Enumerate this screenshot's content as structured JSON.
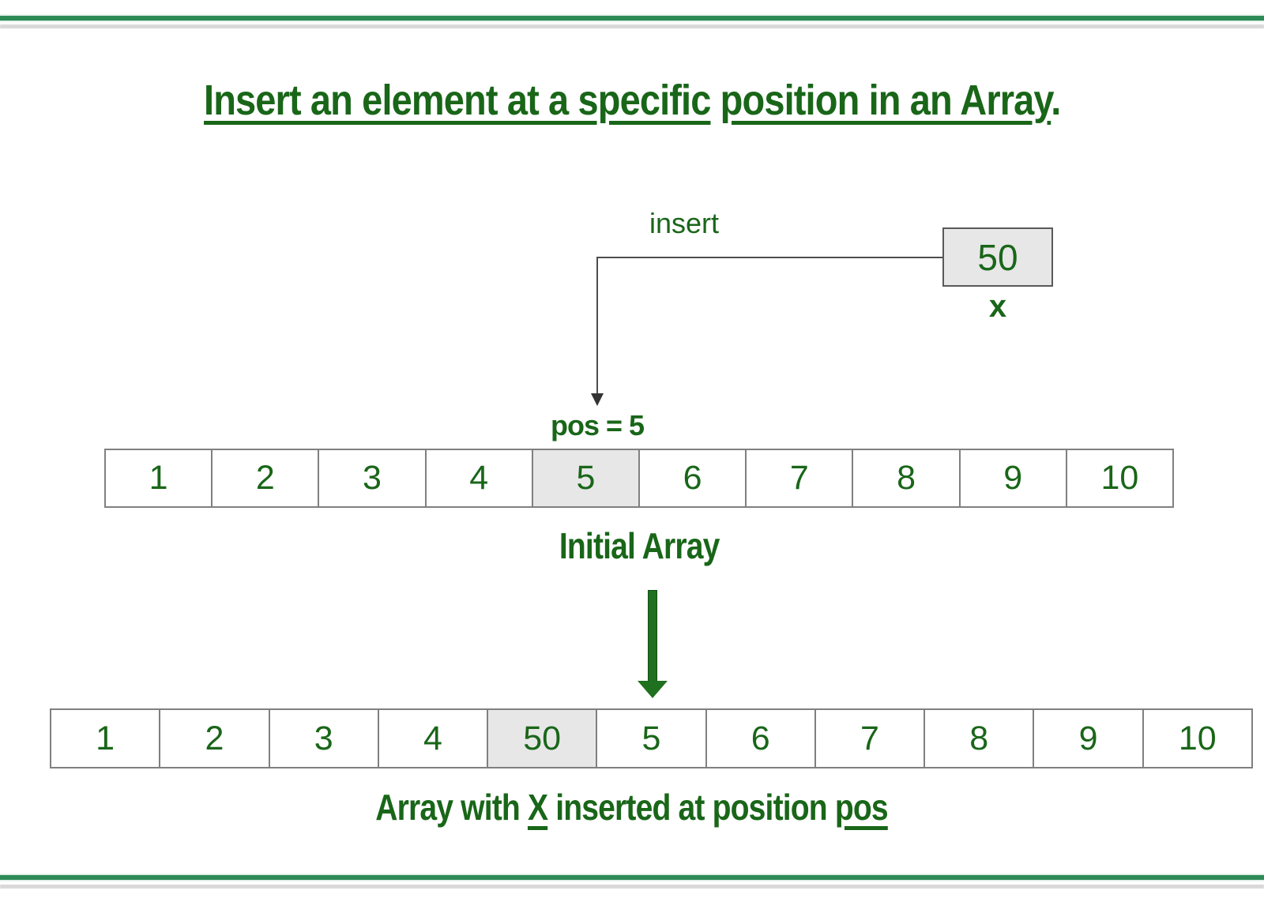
{
  "title": {
    "part1": "Insert an element at a specific",
    "part2": "position in an Array",
    "suffix": "."
  },
  "insert_diagram": {
    "insert_label": "insert",
    "x_value": "50",
    "x_label": "x",
    "pos_label": "pos = 5"
  },
  "initial_array": {
    "label": "Initial Array",
    "cells": [
      "1",
      "2",
      "3",
      "4",
      "5",
      "6",
      "7",
      "8",
      "9",
      "10"
    ],
    "highlight_index": 4
  },
  "result_array": {
    "cells": [
      "1",
      "2",
      "3",
      "4",
      "50",
      "5",
      "6",
      "7",
      "8",
      "9",
      "10"
    ],
    "highlight_index": 4,
    "caption_part1": "Array with",
    "caption_x": "X",
    "caption_part2": "inserted at position",
    "caption_pos": "pos"
  },
  "colors": {
    "text_green": "#196619",
    "frame_green": "#2e8b57",
    "frame_gray": "#d8d8d8",
    "cell_highlight": "#e7e7e7",
    "cell_border": "#808080",
    "arrow_green": "#1f701f"
  }
}
